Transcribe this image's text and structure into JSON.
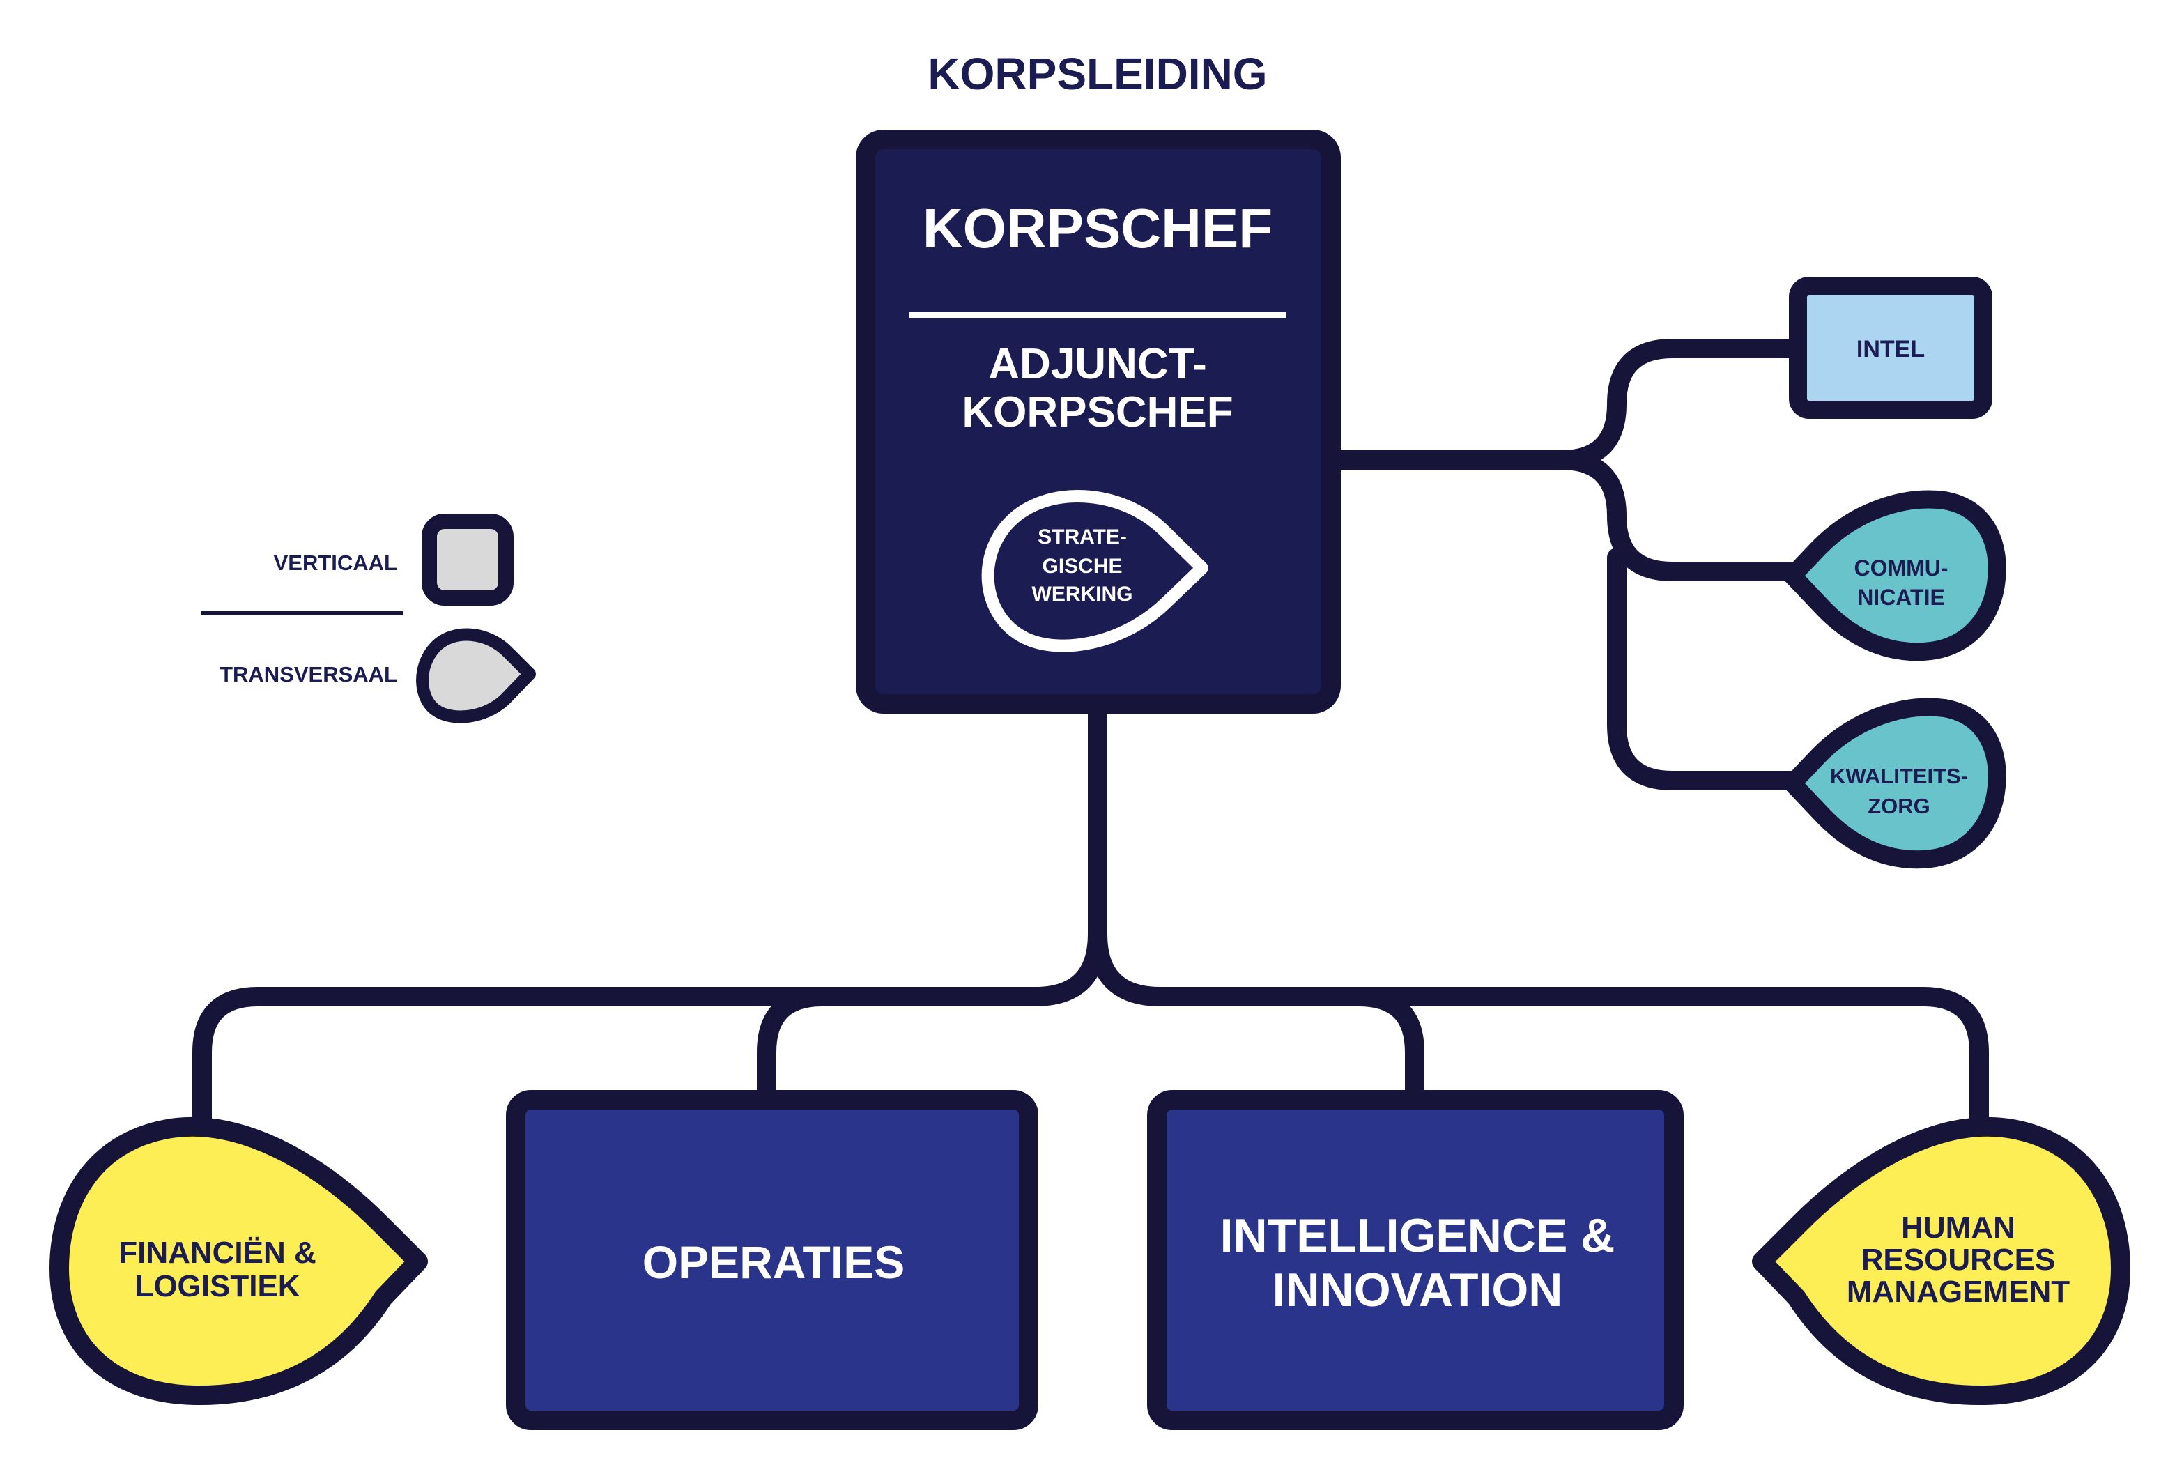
{
  "title": "KORPSLEIDING",
  "chief": {
    "title": "KORPSCHEF",
    "deputy": [
      "ADJUNCT-",
      "KORPSCHEF"
    ],
    "strategic": [
      "STRATE-",
      "GISCHE",
      "WERKING"
    ]
  },
  "legend": {
    "vertical": "VERTICAAL",
    "transversal": "TRANSVERSAAL"
  },
  "staff": {
    "intel": "INTEL",
    "communicatie": [
      "COMMU-",
      "NICATIE"
    ],
    "kwaliteitszorg": [
      "KWALITEITS-",
      "ZORG"
    ]
  },
  "departments": {
    "financien": [
      "FINANCIËN &",
      "LOGISTIEK"
    ],
    "operaties": "OPERATIES",
    "intelligence": [
      "INTELLIGENCE &",
      "INNOVATION"
    ],
    "hrm": [
      "HUMAN",
      "RESOURCES",
      "MANAGEMENT"
    ]
  },
  "colors": {
    "navy": "#1b1c52",
    "outline": "#17143a",
    "blue": "#29348a",
    "yellow": "#fdee55",
    "teal": "#69c3cb",
    "lightblue": "#abd5f1",
    "grey": "#d9d9d9"
  }
}
